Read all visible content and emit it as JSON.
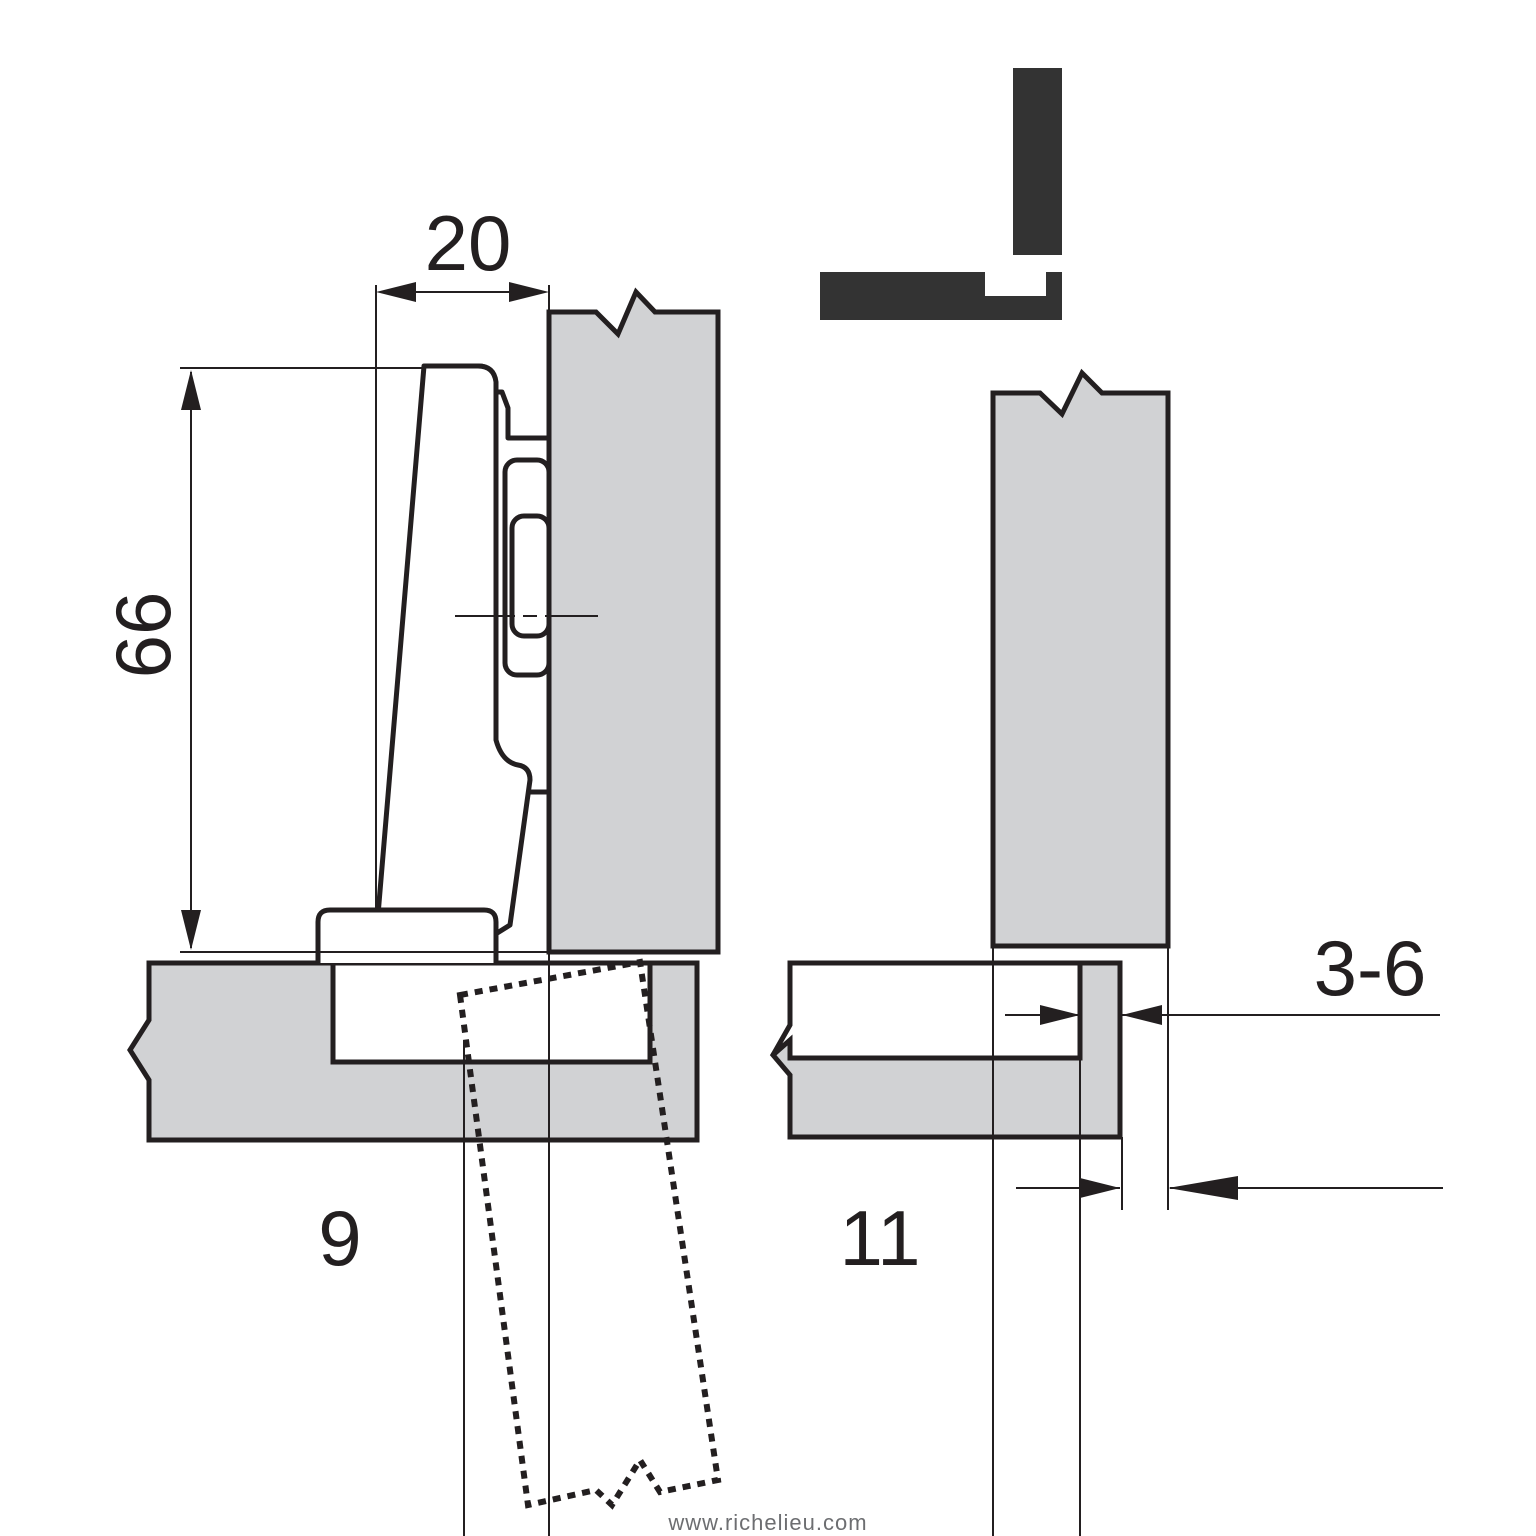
{
  "dimensions": {
    "width": "20",
    "height": "66",
    "left_offset": "9",
    "right_offset": "11",
    "adjustment": "3-6"
  },
  "footer": "www.richelieu.com",
  "colors": {
    "line": "#231f20",
    "panel": "#d1d2d4",
    "icon": "#333333"
  }
}
